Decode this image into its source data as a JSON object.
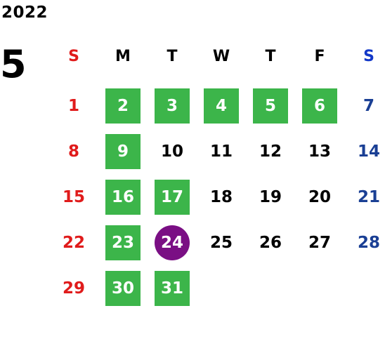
{
  "calendar": {
    "year": "2022",
    "month": "5",
    "weekdays": [
      "S",
      "M",
      "T",
      "W",
      "T",
      "F",
      "S"
    ],
    "weeks": [
      [
        "1",
        "2",
        "3",
        "4",
        "5",
        "6",
        "7"
      ],
      [
        "8",
        "9",
        "10",
        "11",
        "12",
        "13",
        "14"
      ],
      [
        "15",
        "16",
        "17",
        "18",
        "19",
        "20",
        "21"
      ],
      [
        "22",
        "23",
        "24",
        "25",
        "26",
        "27",
        "28"
      ],
      [
        "29",
        "30",
        "31",
        "",
        "",
        "",
        ""
      ]
    ],
    "marked_days": [
      "2",
      "3",
      "4",
      "5",
      "6",
      "9",
      "16",
      "17",
      "23",
      "30",
      "31"
    ],
    "today": "24"
  },
  "colors": {
    "sunday": "#e01b1b",
    "saturday": "#1a3f94",
    "saturday_header": "#1238c8",
    "marked_bg": "#3cb54a",
    "today_bg": "#7a0f84",
    "text": "#000000"
  }
}
